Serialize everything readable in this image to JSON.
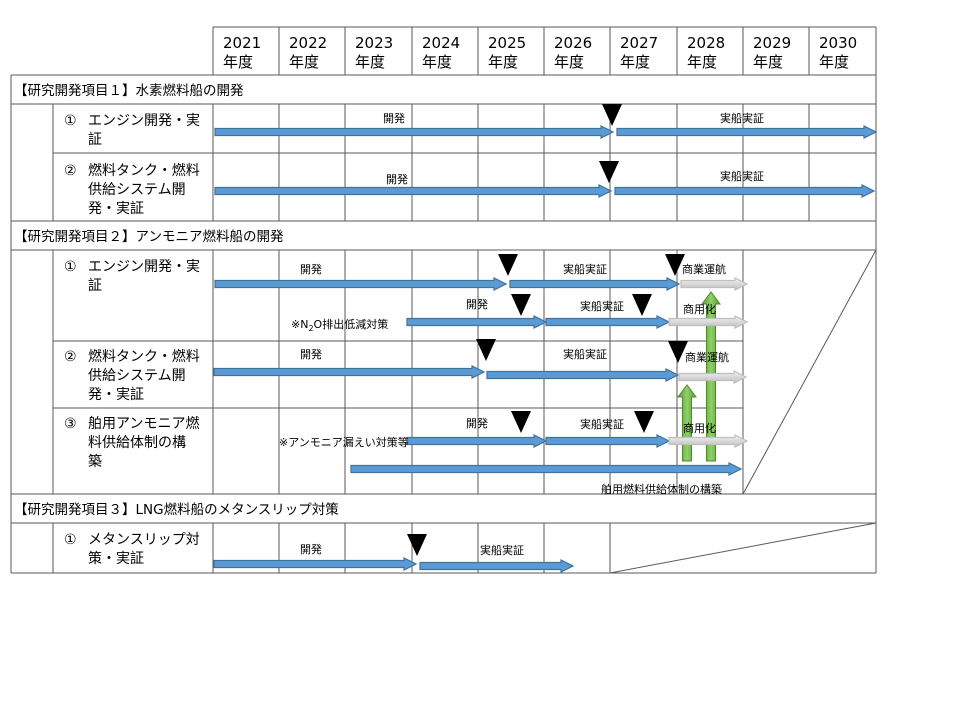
{
  "years": [
    {
      "year": "2021",
      "unit": "年度"
    },
    {
      "year": "2022",
      "unit": "年度"
    },
    {
      "year": "2023",
      "unit": "年度"
    },
    {
      "year": "2024",
      "unit": "年度"
    },
    {
      "year": "2025",
      "unit": "年度"
    },
    {
      "year": "2026",
      "unit": "年度"
    },
    {
      "year": "2027",
      "unit": "年度"
    },
    {
      "year": "2028",
      "unit": "年度"
    },
    {
      "year": "2029",
      "unit": "年度"
    },
    {
      "year": "2030",
      "unit": "年度"
    }
  ],
  "sections": [
    {
      "title": "【研究開発項目１】水素燃料船の開発"
    },
    {
      "title": "【研究開発項目２】アンモニア燃料船の開発"
    },
    {
      "title": "【研究開発項目３】LNG燃料船のメタンスリップ対策"
    }
  ],
  "items": [
    {
      "num": "①",
      "lines": [
        "エンジン開発・実",
        "証"
      ]
    },
    {
      "num": "②",
      "lines": [
        "燃料タンク・燃料",
        "供給システム開",
        "発・実証"
      ]
    },
    {
      "num": "①",
      "lines": [
        "エンジン開発・実",
        "証"
      ]
    },
    {
      "num": "②",
      "lines": [
        "燃料タンク・燃料",
        "供給システム開",
        "発・実証"
      ]
    },
    {
      "num": "③",
      "lines": [
        "舶用アンモニア燃",
        "料供給体制の構",
        "築"
      ]
    },
    {
      "num": "①",
      "lines": [
        "メタンスリップ対",
        "策・実証"
      ]
    }
  ],
  "labels": {
    "dev": "開発",
    "demo": "実船実証",
    "commercial_op": "商業運航",
    "commercial": "商用化",
    "n2o_prefix": "※N",
    "n2o_sub1": "2",
    "n2o_mid": "O",
    "n2o_suffix": "排出低減対策",
    "ammonia_leak": "※アンモニア漏えい対策等",
    "supply_system": "舶用燃料供給体制の構築"
  },
  "colors": {
    "blue_arrow": "#5b9bd5",
    "blue_stroke": "#41719c",
    "gray_arrow": "#d9d9d9",
    "green_arrow": "#70ad47",
    "milestone": "#000000",
    "grid": "#595959"
  }
}
